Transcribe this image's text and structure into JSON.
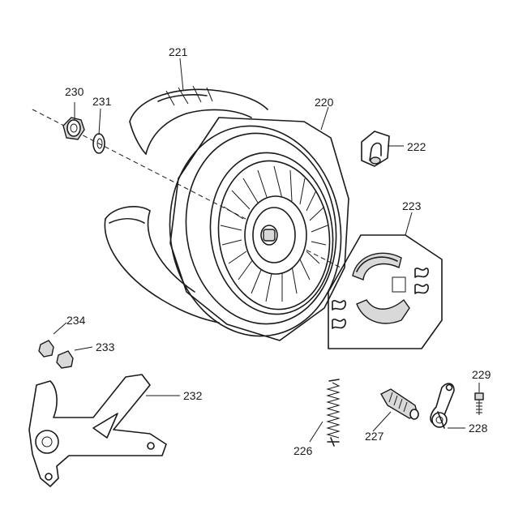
{
  "diagram": {
    "callouts": [
      {
        "id": "221",
        "part": "tire"
      },
      {
        "id": "220",
        "part": "rear-wheel-rim"
      },
      {
        "id": "230",
        "part": "axle-nut"
      },
      {
        "id": "231",
        "part": "washer"
      },
      {
        "id": "222",
        "part": "valve-stem"
      },
      {
        "id": "223",
        "part": "brake-shoe-set"
      },
      {
        "id": "234",
        "part": "bushing-a"
      },
      {
        "id": "233",
        "part": "bushing-b"
      },
      {
        "id": "232",
        "part": "swing-arm-bracket"
      },
      {
        "id": "229",
        "part": "bolt"
      },
      {
        "id": "228",
        "part": "brake-arm"
      },
      {
        "id": "227",
        "part": "brake-cam"
      },
      {
        "id": "226",
        "part": "spring"
      }
    ]
  }
}
